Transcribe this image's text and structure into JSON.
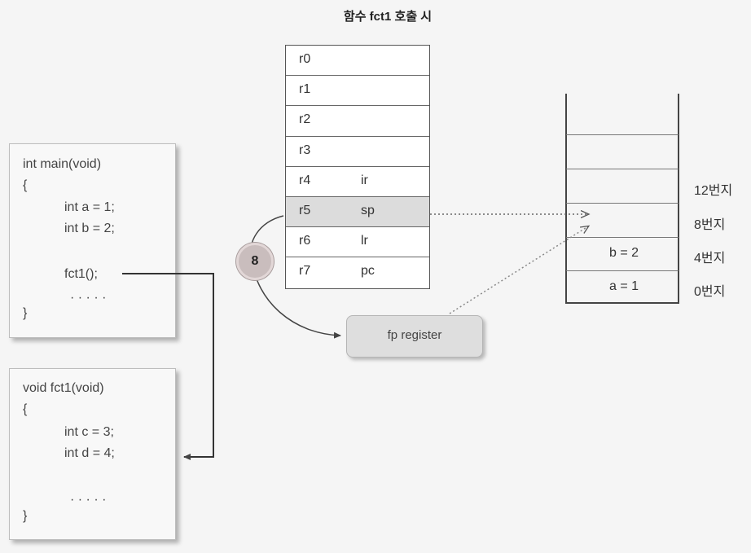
{
  "title": "함수 fct1 호출 시",
  "main_code": [
    "int main(void)",
    "{",
    "int a = 1;",
    "int b = 2;",
    "fct1();",
    "· · · · ·",
    "}"
  ],
  "fct1_code": [
    "void fct1(void)",
    "{",
    "int c = 3;",
    "int d = 4;",
    "· · · · ·",
    "}"
  ],
  "registers": [
    {
      "name": "r0",
      "alias": ""
    },
    {
      "name": "r1",
      "alias": ""
    },
    {
      "name": "r2",
      "alias": ""
    },
    {
      "name": "r3",
      "alias": ""
    },
    {
      "name": "r4",
      "alias": "ir"
    },
    {
      "name": "r5",
      "alias": "sp"
    },
    {
      "name": "r6",
      "alias": "lr"
    },
    {
      "name": "r7",
      "alias": "pc"
    }
  ],
  "badge": "8",
  "fp_register": "fp register",
  "stack": {
    "b": "b = 2",
    "a": "a = 1"
  },
  "addresses": [
    "12번지",
    "8번지",
    "4번지",
    "0번지"
  ]
}
